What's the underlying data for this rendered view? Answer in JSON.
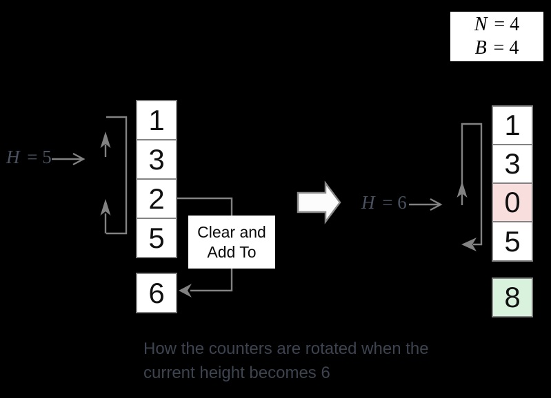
{
  "colors": {
    "bg": "#000000",
    "line": "#828282",
    "cell-bg": "#ffffff",
    "digit": "#111111",
    "pink": "#f9dede",
    "green": "#d9f2dd",
    "label": "#4a5261",
    "caption": "#3d4450",
    "arrow-fill": "#fcfcfc"
  },
  "params_box": {
    "rows": [
      {
        "var": "N",
        "eq": "= 4"
      },
      {
        "var": "B",
        "eq": "= 4"
      }
    ]
  },
  "left_diagram": {
    "height_label": {
      "var": "H",
      "eq": "= 5"
    },
    "cells": [
      "1",
      "3",
      "2",
      "5"
    ],
    "spare_cell": "6",
    "action_box": {
      "line1": "Clear and",
      "line2": "Add To"
    }
  },
  "right_diagram": {
    "height_label": {
      "var": "H",
      "eq": "= 6"
    },
    "cells": [
      "1",
      "3",
      "0",
      "5"
    ],
    "highlighted_cell": "0",
    "spare_cell": "8"
  },
  "caption": {
    "line1": "How the counters are rotated when the",
    "line2": "current height becomes 6"
  }
}
